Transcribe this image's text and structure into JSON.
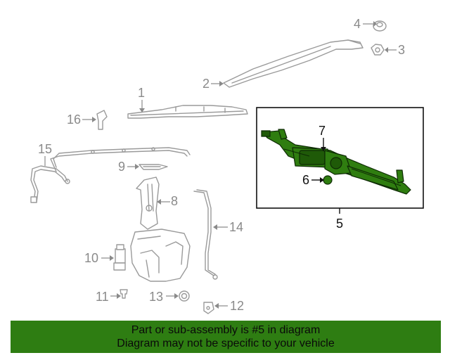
{
  "callouts": {
    "c1": "1",
    "c2": "2",
    "c3": "3",
    "c4": "4",
    "c5": "5",
    "c6": "6",
    "c7": "7",
    "c8": "8",
    "c9": "9",
    "c10": "10",
    "c11": "11",
    "c12": "12",
    "c13": "13",
    "c14": "14",
    "c15": "15",
    "c16": "16"
  },
  "banner": {
    "line1": "Part or sub-assembly is #5 in diagram",
    "line2": "Diagram may not be specific to your vehicle"
  },
  "colors": {
    "highlight": "#2f7d10",
    "banner_bg": "#2e7d12",
    "line_art": "#9a9a9a"
  }
}
